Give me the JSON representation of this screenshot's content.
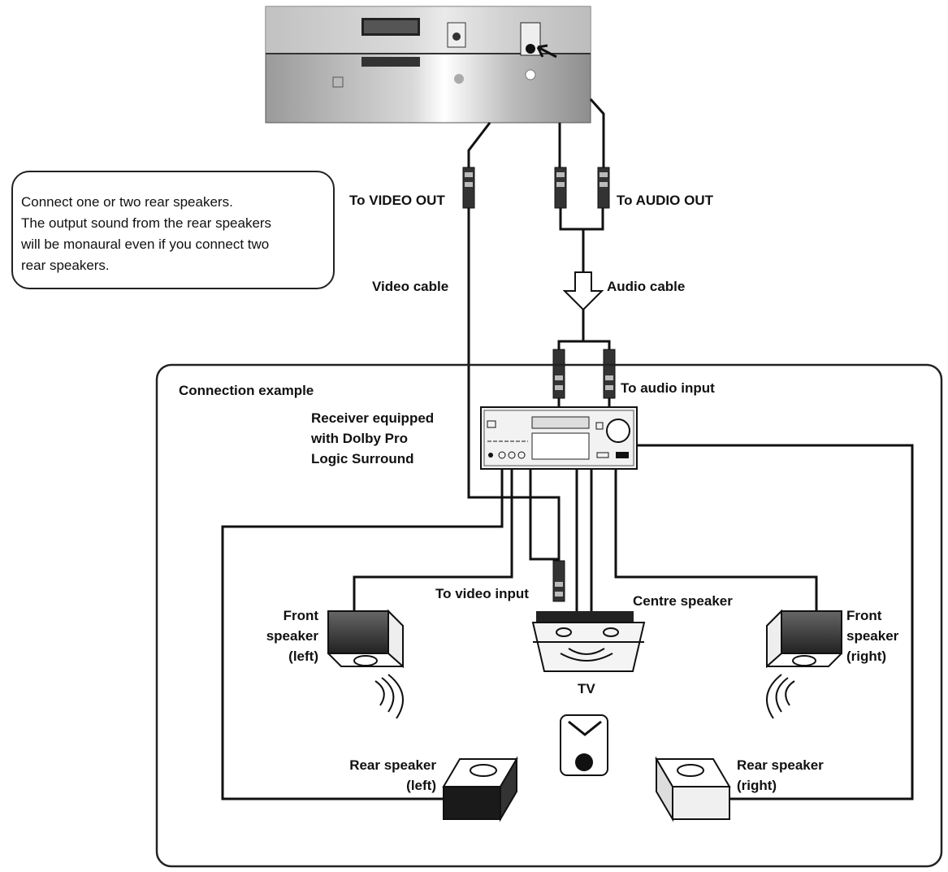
{
  "note": {
    "lines": [
      "Connect one or two rear speakers.",
      "The output sound from the rear speakers",
      "will be monaural even if you connect two",
      "rear speakers."
    ]
  },
  "labels": {
    "to_video_out": "To VIDEO OUT",
    "to_audio_out": "To AUDIO OUT",
    "video_cable": "Video cable",
    "audio_cable": "Audio cable",
    "connection_example": "Connection example",
    "to_audio_input": "To audio input",
    "receiver_line1": "Receiver equipped",
    "receiver_line2": "with Dolby Pro",
    "receiver_line3": "Logic Surround",
    "to_video_input": "To video input",
    "centre_speaker": "Centre speaker",
    "front_left_line1": "Front",
    "front_left_line2": "speaker",
    "front_left_line3": "(left)",
    "front_right_line1": "Front",
    "front_right_line2": "speaker",
    "front_right_line3": "(right)",
    "tv": "TV",
    "rear_left_line1": "Rear speaker",
    "rear_left_line2": "(left)",
    "rear_right_line1": "Rear speaker",
    "rear_right_line2": "(right)"
  }
}
